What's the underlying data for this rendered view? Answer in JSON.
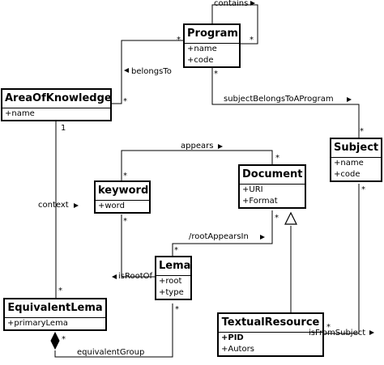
{
  "classes": {
    "program": {
      "name": "Program",
      "attrs": [
        "+name",
        "+code"
      ]
    },
    "area": {
      "name": "AreaOfKnowledge",
      "attrs": [
        "+name"
      ]
    },
    "subject": {
      "name": "Subject",
      "attrs": [
        "+name",
        "+code"
      ]
    },
    "keyword": {
      "name": "keyword",
      "attrs": [
        "+word"
      ]
    },
    "document": {
      "name": "Document",
      "attrs": [
        "+URI",
        "+Format"
      ]
    },
    "lema": {
      "name": "Lema",
      "attrs": [
        "+root",
        "+type"
      ]
    },
    "equivalent": {
      "name": "EquivalentLema",
      "attrs": [
        "+primaryLema"
      ]
    },
    "textual": {
      "name": "TextualResource",
      "attrs": [
        "+PID",
        "+Autors"
      ]
    }
  },
  "associations": {
    "contains": "contains",
    "belongsTo": "belongsTo",
    "subjectBelongs": "subjectBelongsToAProgram",
    "appears": "appears",
    "context": "context",
    "rootAppearsIn": "/rootAppearsIn",
    "isRootOf": "isRootOf",
    "equivalentGroup": "equivalentGroup",
    "isFromSubject": "isFromSubject"
  },
  "multiplicity": {
    "many": "*",
    "one": "1"
  }
}
